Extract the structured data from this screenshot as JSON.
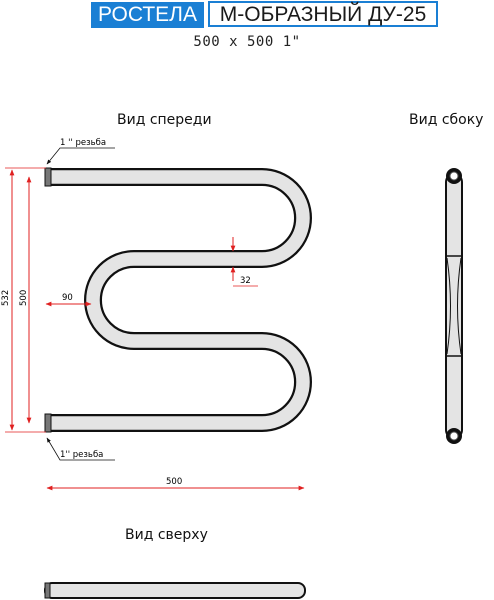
{
  "header": {
    "brand": "РОСТЕЛА",
    "model": "М-ОБРАЗНЫЙ ДУ-25",
    "size": "500 x 500 1\""
  },
  "views": {
    "front": "Вид спереди",
    "side": "Вид сбоку",
    "top": "Вид сверху"
  },
  "dimensions": {
    "thread_top": "1 '' резьба",
    "thread_bottom": "1'' резьба",
    "height_total": "532",
    "height_axis": "500",
    "offset": "90",
    "tube_diameter": "32",
    "width": "500"
  },
  "colors": {
    "brand": "#1a7fd4",
    "dimension": "#e02020",
    "pipe_outline": "#111111",
    "pipe_fill": "#e4e4e4"
  }
}
